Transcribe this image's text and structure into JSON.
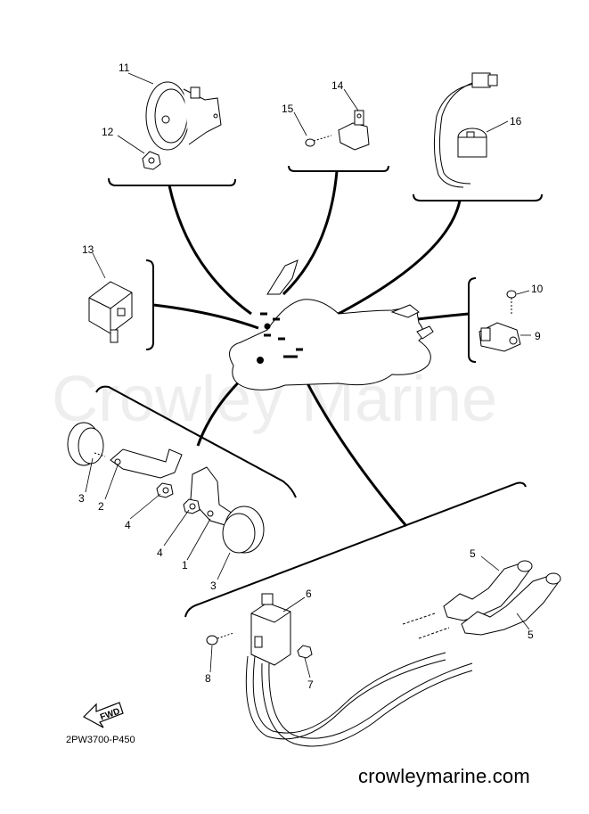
{
  "watermark": "Crowley Marine",
  "diagram_code": "2PW3700-P450",
  "website": "crowleymarine.com",
  "fwd_label": "FWD",
  "callouts": {
    "c1": "1",
    "c2": "2",
    "c3a": "3",
    "c3b": "3",
    "c4a": "4",
    "c4b": "4",
    "c5a": "5",
    "c5b": "5",
    "c6": "6",
    "c7": "7",
    "c8": "8",
    "c9": "9",
    "c10": "10",
    "c11": "11",
    "c12": "12",
    "c13": "13",
    "c14": "14",
    "c15": "15",
    "c16": "16"
  }
}
